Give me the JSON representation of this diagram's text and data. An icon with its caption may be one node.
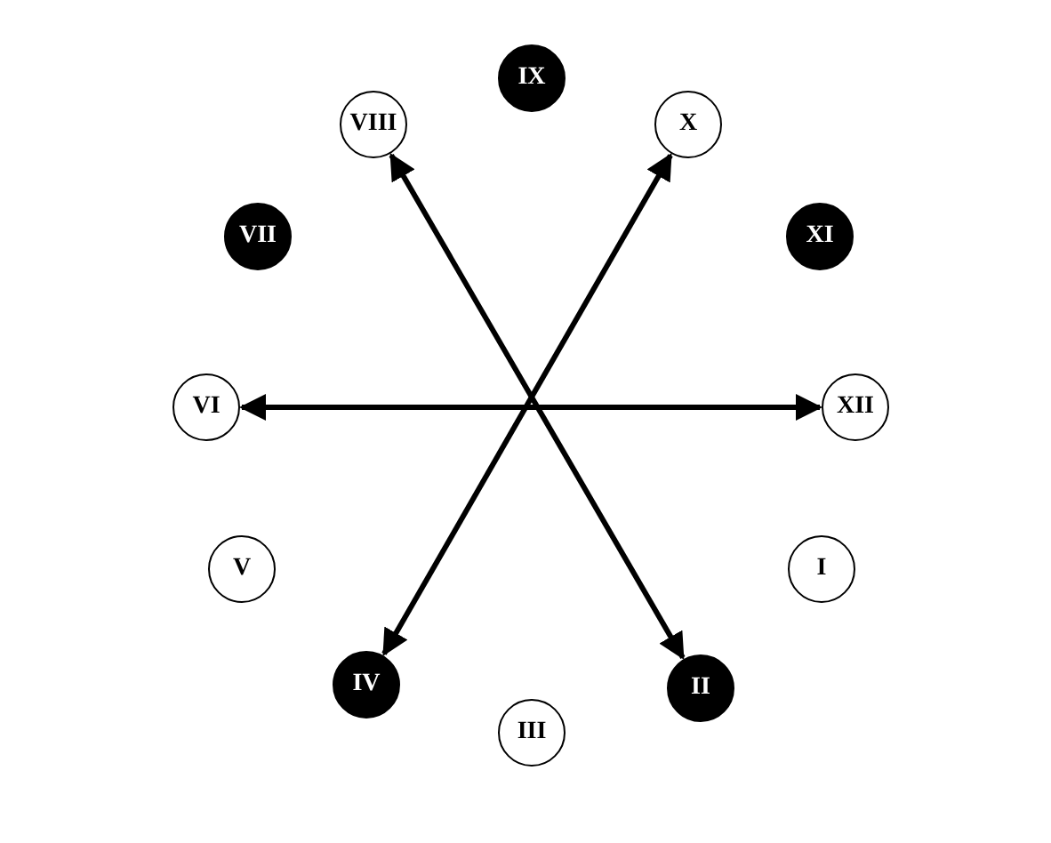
{
  "diagram": {
    "nodes": [
      {
        "text": [
          "IX"
        ]
      },
      {
        "text": [
          "VIII"
        ]
      },
      {
        "text": [
          "X"
        ]
      },
      {
        "text": [
          "VII"
        ]
      },
      {
        "text": [
          "XI"
        ]
      },
      {
        "text": [
          "VI"
        ]
      },
      {
        "text": [
          "XII"
        ]
      },
      {
        "text": [
          "V"
        ]
      },
      {
        "text": [
          "I"
        ]
      },
      {
        "text": [
          "IV"
        ]
      },
      {
        "text": [
          "II"
        ]
      },
      {
        "text": [
          "III"
        ]
      }
    ],
    "edges": [
      {
        "from": 1,
        "to": 10,
        "arrow": "both"
      },
      {
        "from": 2,
        "to": 9,
        "arrow": "both"
      },
      {
        "from": 5,
        "to": 6,
        "arrow": "both"
      }
    ]
  }
}
